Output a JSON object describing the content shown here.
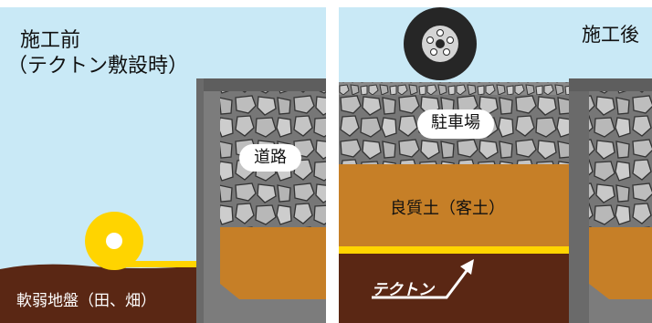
{
  "colors": {
    "sky": "#c9e9f6",
    "soft_soil": "#5a2714",
    "gravel_bg": "#777777",
    "gravel_stone": "#bdbdbd",
    "good_soil": "#c67f27",
    "concrete": "#7c7c7c",
    "concrete_dark": "#5e5e5e",
    "tekton": "#ffd400",
    "tire": "#262626"
  },
  "left_panel": {
    "title_line1": "施工前",
    "title_line2": "（テクトン敷設時）",
    "gravel_label": "道路",
    "ground_label": "軟弱地盤（田、畑）",
    "roll_icon": "tekton-roll-icon"
  },
  "right_panel": {
    "title": "施工後",
    "parking_label": "駐車場",
    "fill_soil_label": "良質土（客土）",
    "tekton_label": "テクトン",
    "tire_icon": "tire-icon",
    "arrow_icon": "arrow-icon"
  }
}
